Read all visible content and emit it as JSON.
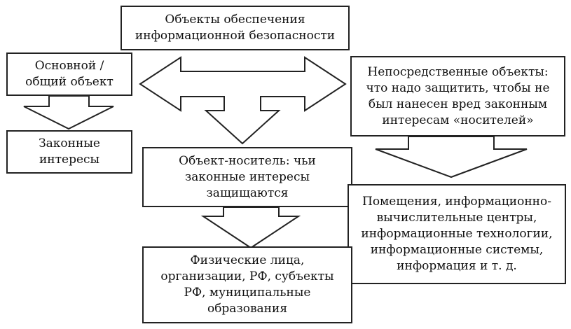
{
  "boxes": {
    "top": {
      "lines": [
        "Объекты обеспечения",
        "информационной безопасности"
      ]
    },
    "general": {
      "lines": [
        "Основной /",
        "общий объект"
      ]
    },
    "direct": {
      "lines": [
        "Непосредственные объекты:",
        "что надо защитить, чтобы не",
        "был нанесен вред законным",
        "интересам «носителей»"
      ]
    },
    "legal_interests": {
      "lines": [
        "Законные",
        "интересы"
      ]
    },
    "carrier": {
      "lines": [
        "Объект-носитель: чьи",
        "законные интересы",
        "защищаются"
      ]
    },
    "facilities": {
      "lines": [
        "Помещения, информационно-",
        "вычислительные центры,",
        "информационные технологии,",
        "информационные системы,",
        "информация и т. д."
      ]
    },
    "persons": {
      "lines": [
        "Физические лица,",
        "организации, РФ, субъекты",
        "РФ, муниципальные",
        "образования"
      ]
    }
  }
}
